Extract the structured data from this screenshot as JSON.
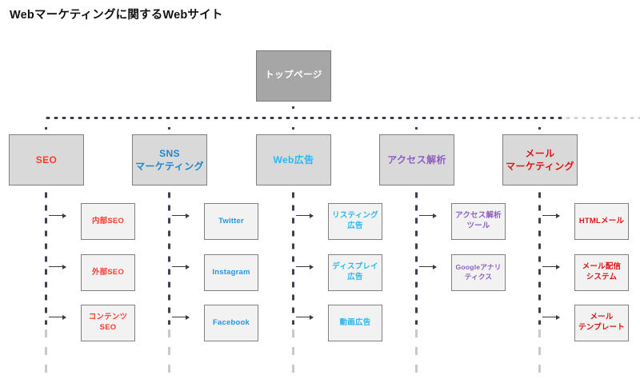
{
  "diagram": {
    "title": "Webマーケティングに関するWebサイト",
    "type": "site-map-tree",
    "background": "#ffffff",
    "root": {
      "label": "トップページ",
      "fill": "#a6a6a6",
      "text_color": "#ffffff",
      "border": "#7f7f7f"
    },
    "categories": [
      {
        "id": "seo",
        "label": "SEO",
        "label_lines": [
          "SEO"
        ],
        "text_color": "#ff3b30",
        "fill": "#d9d9d9",
        "children": [
          {
            "label_lines": [
              "内部SEO"
            ],
            "text_color": "#ff3b30"
          },
          {
            "label_lines": [
              "外部SEO"
            ],
            "text_color": "#ff3b30"
          },
          {
            "label_lines": [
              "コンテンツ",
              "SEO"
            ],
            "text_color": "#ff3b30"
          }
        ]
      },
      {
        "id": "sns-marketing",
        "label": "SNSマーケティング",
        "label_lines": [
          "SNS",
          "マーケティング"
        ],
        "text_color": "#1f86cc",
        "fill": "#d9d9d9",
        "children": [
          {
            "label_lines": [
              "Twitter"
            ],
            "text_color": "#2196e3"
          },
          {
            "label_lines": [
              "Instagram"
            ],
            "text_color": "#2196e3"
          },
          {
            "label_lines": [
              "Facebook"
            ],
            "text_color": "#2196e3"
          }
        ]
      },
      {
        "id": "web-ads",
        "label": "Web広告",
        "label_lines": [
          "Web広告"
        ],
        "text_color": "#2ab6f0",
        "fill": "#d9d9d9",
        "children": [
          {
            "label_lines": [
              "リスティング",
              "広告"
            ],
            "text_color": "#2ab6f0"
          },
          {
            "label_lines": [
              "ディスプレイ",
              "広告"
            ],
            "text_color": "#2ab6f0"
          },
          {
            "label_lines": [
              "動画広告"
            ],
            "text_color": "#2ab6f0"
          }
        ]
      },
      {
        "id": "access-analysis",
        "label": "アクセス解析",
        "label_lines": [
          "アクセス解析"
        ],
        "text_color": "#8e5ec2",
        "fill": "#d9d9d9",
        "children": [
          {
            "label_lines": [
              "アクセス解析",
              "ツール"
            ],
            "text_color": "#8e5ec2"
          },
          {
            "label_lines": [
              "Googleアナリ",
              "ティクス"
            ],
            "text_color": "#8e5ec2"
          }
        ]
      },
      {
        "id": "mail-marketing",
        "label": "メールマーケティング",
        "label_lines": [
          "メール",
          "マーケティング"
        ],
        "text_color": "#e11414",
        "fill": "#d9d9d9",
        "children": [
          {
            "label_lines": [
              "HTMLメール"
            ],
            "text_color": "#e11414"
          },
          {
            "label_lines": [
              "メール配信",
              "システム"
            ],
            "text_color": "#e11414"
          },
          {
            "label_lines": [
              "メール",
              "テンプレート"
            ],
            "text_color": "#e11414"
          }
        ]
      }
    ],
    "connector": {
      "style": "dotted",
      "color": "#3f3f4f",
      "arrow_color": "#3a3a3a"
    }
  }
}
